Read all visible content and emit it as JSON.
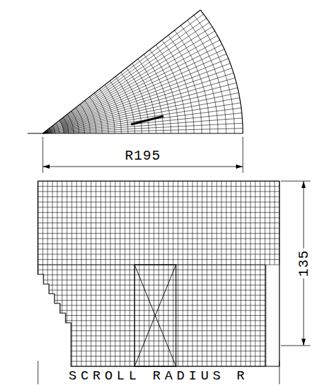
{
  "diagram": {
    "labels": [
      "R195",
      "135",
      "SCROLL RADIUS R"
    ]
  }
}
